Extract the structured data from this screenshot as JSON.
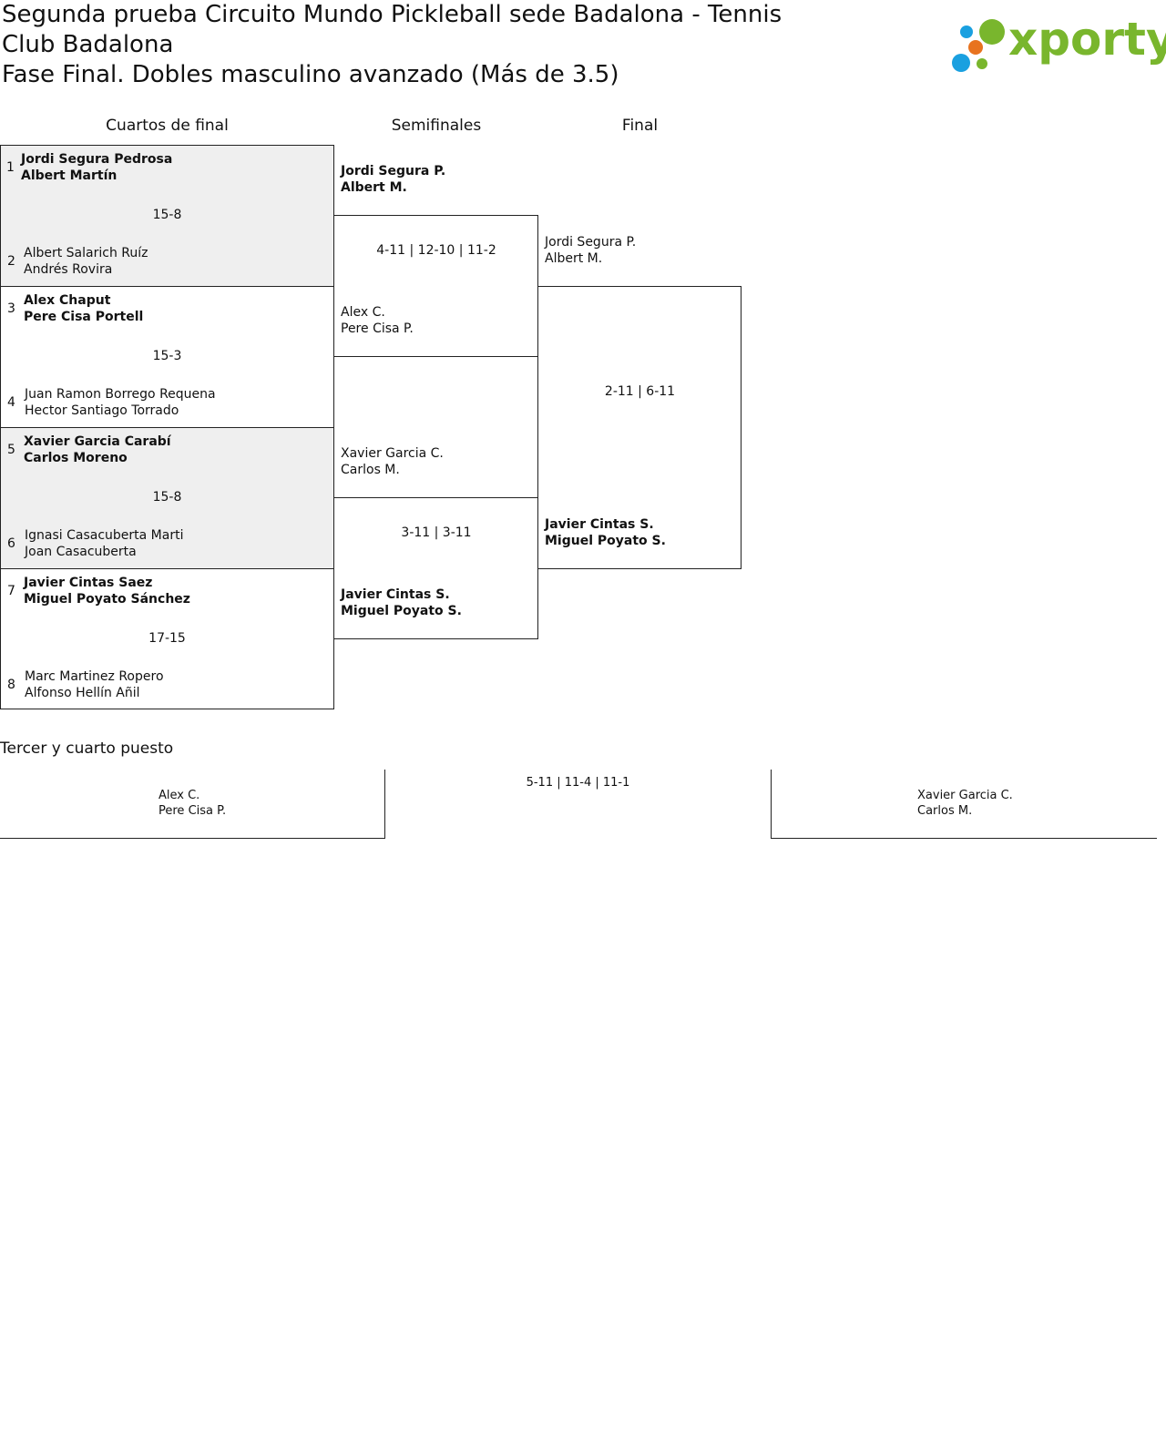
{
  "title_lines": [
    "Segunda prueba Circuito Mundo Pickleball sede Badalona - Tennis",
    "Club Badalona",
    "Fase Final. Dobles masculino avanzado (Más de 3.5)"
  ],
  "logo": {
    "text": "xporty",
    "colors": {
      "green": "#79b62d",
      "orange": "#e8731f",
      "blue": "#1aa0e0"
    }
  },
  "rounds": {
    "quarters": "Cuartos de final",
    "semis": "Semifinales",
    "final": "Final"
  },
  "quarters": [
    {
      "top_seed": "1",
      "top_p1": "Jordi Segura Pedrosa",
      "top_p2": "Albert Martín",
      "score": "15-8",
      "bottom_seed": "2",
      "bottom_p1": "Albert Salarich Ruíz",
      "bottom_p2": "Andrés Rovira"
    },
    {
      "top_seed": "3",
      "top_p1": "Alex Chaput",
      "top_p2": "Pere Cisa Portell",
      "score": "15-3",
      "bottom_seed": "4",
      "bottom_p1": "Juan Ramon Borrego Requena",
      "bottom_p2": "Hector Santiago Torrado"
    },
    {
      "top_seed": "5",
      "top_p1": "Xavier Garcia Carabí",
      "top_p2": "Carlos Moreno",
      "score": "15-8",
      "bottom_seed": "6",
      "bottom_p1": "Ignasi Casacuberta Marti",
      "bottom_p2": "Joan Casacuberta"
    },
    {
      "top_seed": "7",
      "top_p1": "Javier Cintas Saez",
      "top_p2": "Miguel Poyato Sánchez",
      "score": "17-15",
      "bottom_seed": "8",
      "bottom_p1": "Marc Martinez Ropero",
      "bottom_p2": "Alfonso Hellín Añil"
    }
  ],
  "semis": [
    {
      "top_p1": "Jordi Segura P.",
      "top_p2": "Albert M.",
      "score": "4-11 | 12-10 | 11-2",
      "bottom_p1": "Alex C.",
      "bottom_p2": "Pere Cisa P."
    },
    {
      "top_p1": "Xavier Garcia C.",
      "top_p2": "Carlos M.",
      "score": "3-11 | 3-11",
      "bottom_p1": "Javier Cintas S.",
      "bottom_p2": "Miguel Poyato S."
    }
  ],
  "final": {
    "top_p1": "Jordi Segura P.",
    "top_p2": "Albert M.",
    "score": "2-11 | 6-11",
    "bottom_p1": "Javier Cintas S.",
    "bottom_p2": "Miguel Poyato S."
  },
  "third_place": {
    "heading": "Tercer y cuarto puesto",
    "left_p1": "Alex C.",
    "left_p2": "Pere Cisa P.",
    "score": "5-11 | 11-4 | 11-1",
    "right_p1": "Xavier Garcia C.",
    "right_p2": "Carlos M."
  }
}
